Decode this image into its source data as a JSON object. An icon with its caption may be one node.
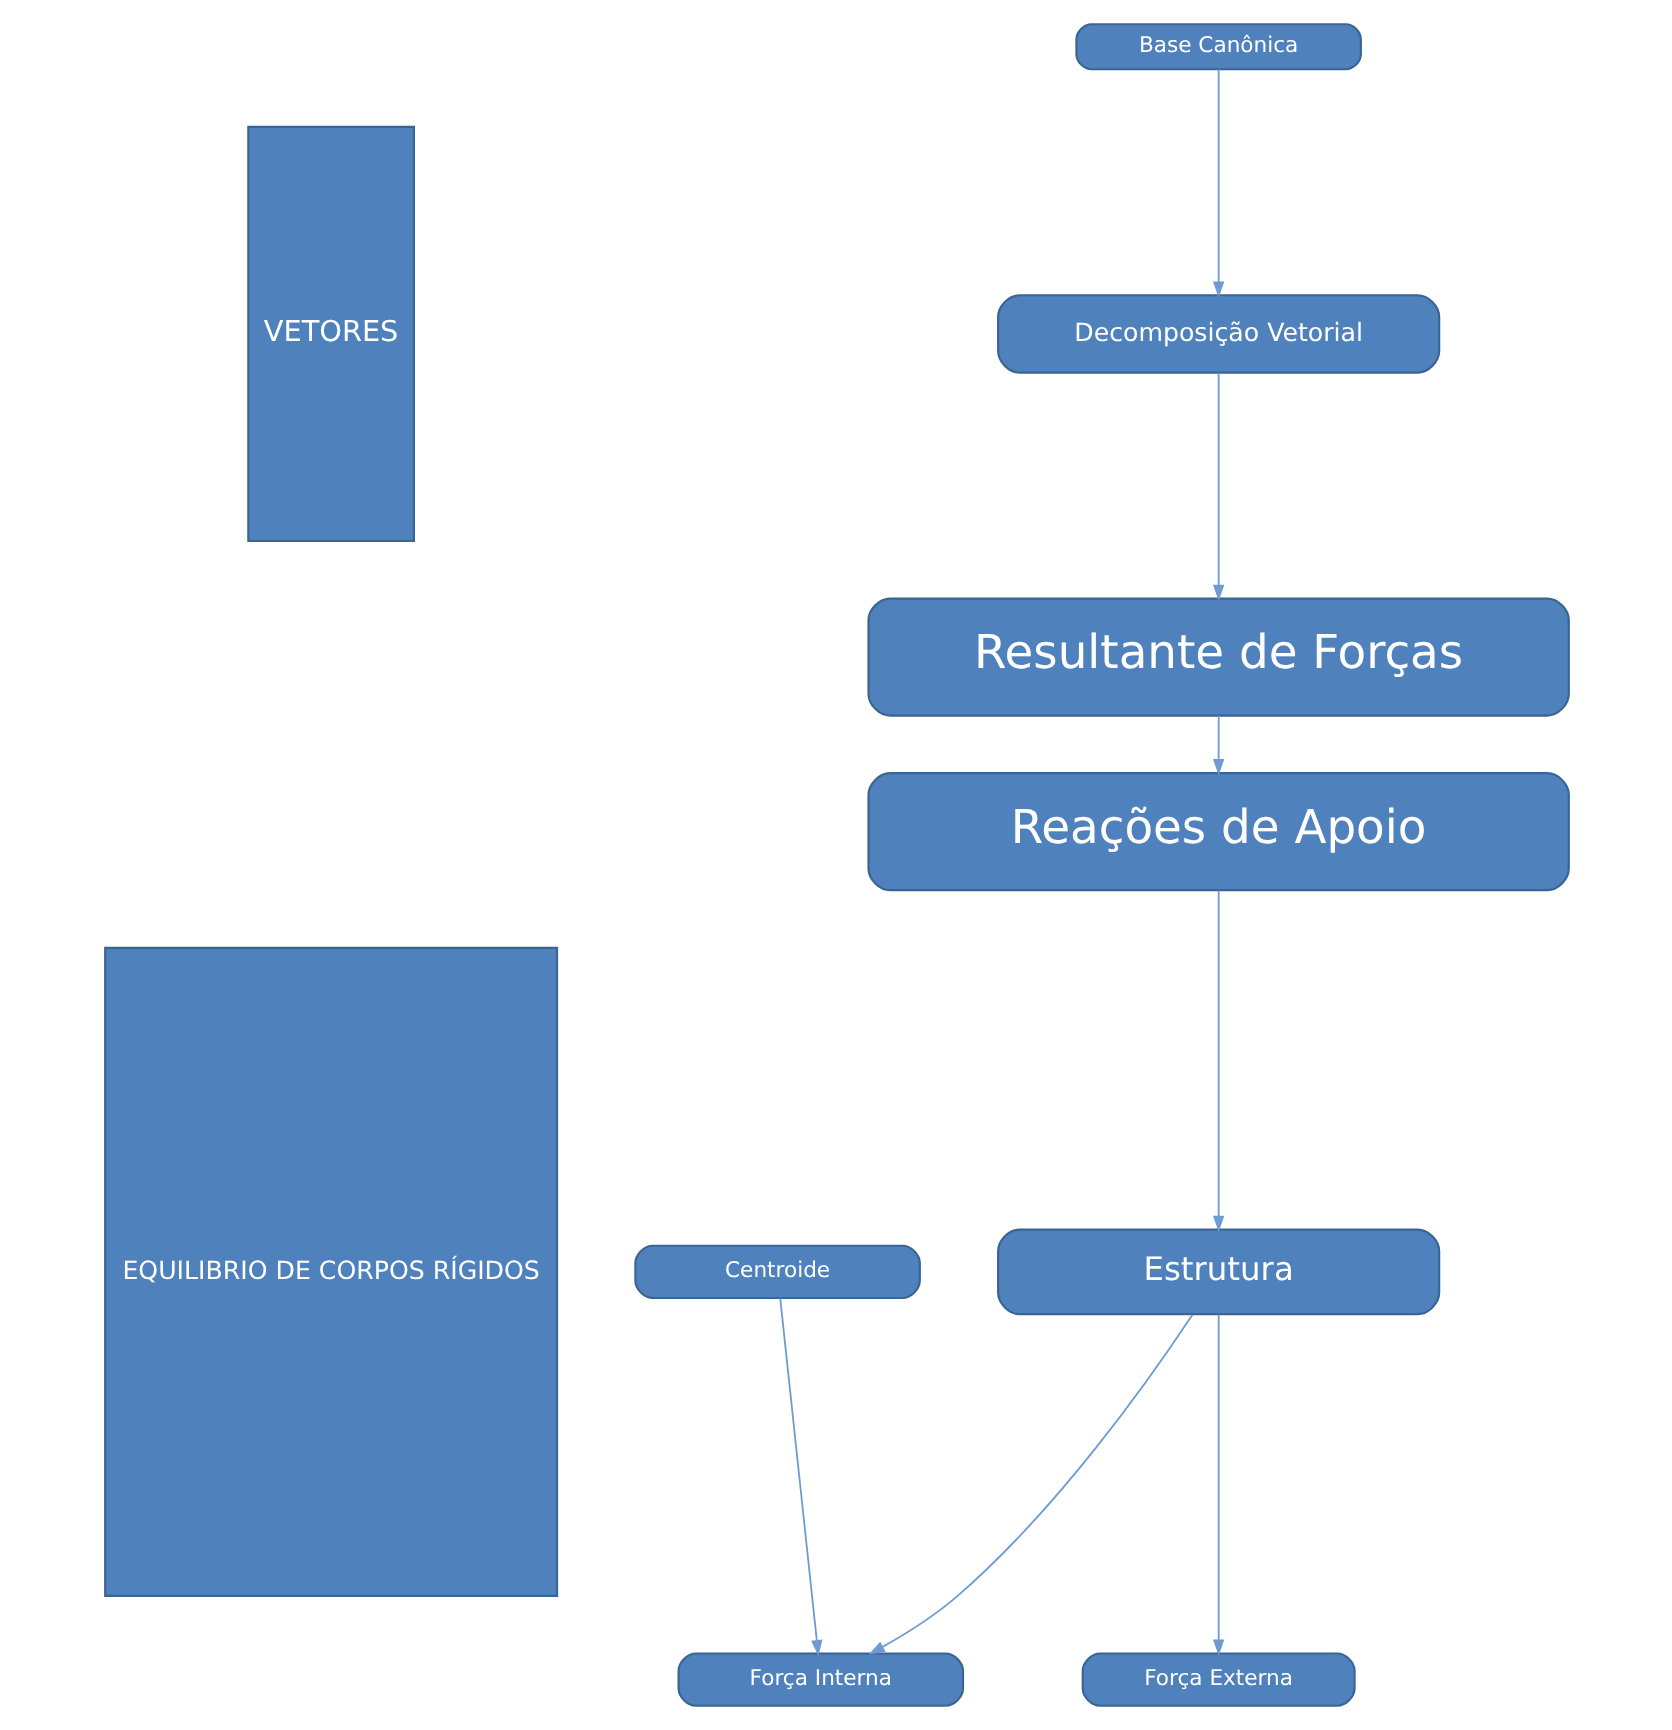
{
  "diagram": {
    "nodes": [
      {
        "text": [
          "VETORES"
        ]
      },
      {
        "text": [
          "EQUILIBRIO DE CORPOS RÍGIDOS"
        ]
      },
      {
        "text": [
          "Base Canônica"
        ]
      },
      {
        "text": [
          "Decomposição Vetorial"
        ]
      },
      {
        "text": [
          "Resultante de Forças"
        ]
      },
      {
        "text": [
          "Reações de Apoio"
        ]
      },
      {
        "text": [
          "Estrutura"
        ]
      },
      {
        "text": [
          "Força Interna"
        ]
      },
      {
        "text": [
          "Força Externa"
        ]
      },
      {
        "text": [
          "Centroide"
        ]
      }
    ],
    "edges": [
      {
        "from": 2,
        "to": 3,
        "arrow": "to"
      },
      {
        "from": 3,
        "to": 4,
        "arrow": "to"
      },
      {
        "from": 4,
        "to": 5,
        "arrow": "to"
      },
      {
        "from": 5,
        "to": 6,
        "arrow": "to"
      },
      {
        "from": 6,
        "to": 7,
        "arrow": "to"
      },
      {
        "from": 6,
        "to": 8,
        "arrow": "to"
      },
      {
        "from": 9,
        "to": 7,
        "arrow": "to"
      }
    ]
  }
}
